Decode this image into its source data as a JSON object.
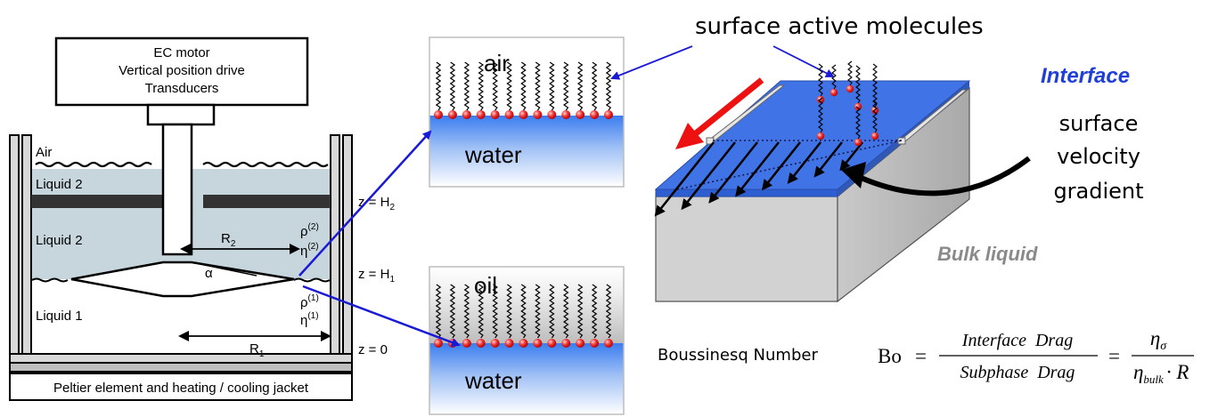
{
  "apparatus": {
    "motor_lines": [
      "EC motor",
      "Vertical position drive",
      "Transducers"
    ],
    "air": "Air",
    "liquid2_upper": "Liquid 2",
    "liquid2_lower": "Liquid 2",
    "liquid1": "Liquid 1",
    "r2": {
      "main": "R",
      "sub": "2"
    },
    "r1": {
      "main": "R",
      "sub": "1"
    },
    "alpha": "α",
    "rho2": {
      "main": "ρ",
      "sup": "(2)"
    },
    "eta2": {
      "main": "η",
      "sup": "(2)"
    },
    "rho1": {
      "main": "ρ",
      "sup": "(1)"
    },
    "eta1": {
      "main": "η",
      "sup": "(1)"
    },
    "z_h2": {
      "main": "z = H",
      "sub": "2"
    },
    "z_h1": {
      "main": "z = H",
      "sub": "1"
    },
    "z_0": "z = 0",
    "jacket": "Peltier element and heating / cooling jacket"
  },
  "top_panel": {
    "upper_phase": "air",
    "lower_phase": "water"
  },
  "bottom_panel": {
    "upper_phase": "oil",
    "lower_phase": "water"
  },
  "labels": {
    "surface_active": "surface active molecules",
    "interface": "Interface",
    "gradient_lines": [
      "surface",
      "velocity",
      "gradient"
    ],
    "bulk": "Bulk liquid",
    "boussinesq": "Boussinesq Number"
  },
  "equation": {
    "lhs": "Bo",
    "eq1": "=",
    "num1": "Interface  Drag",
    "den1": "Subphase  Drag",
    "eq2": "=",
    "num2_main": "η",
    "num2_sub": "σ",
    "den2_main": "η",
    "den2_sub": "bulk",
    "den2_rest": "· R"
  },
  "colors": {
    "liquid2": "#c7d6dd",
    "blue_arrow": "#1a1ad6",
    "interface_text": "#1f3fd8",
    "water_blue": "#3a7df0",
    "red_arrow": "#ee1111",
    "bulk_text": "#8a8a8a",
    "interface_sheet": "#3f73e6"
  }
}
